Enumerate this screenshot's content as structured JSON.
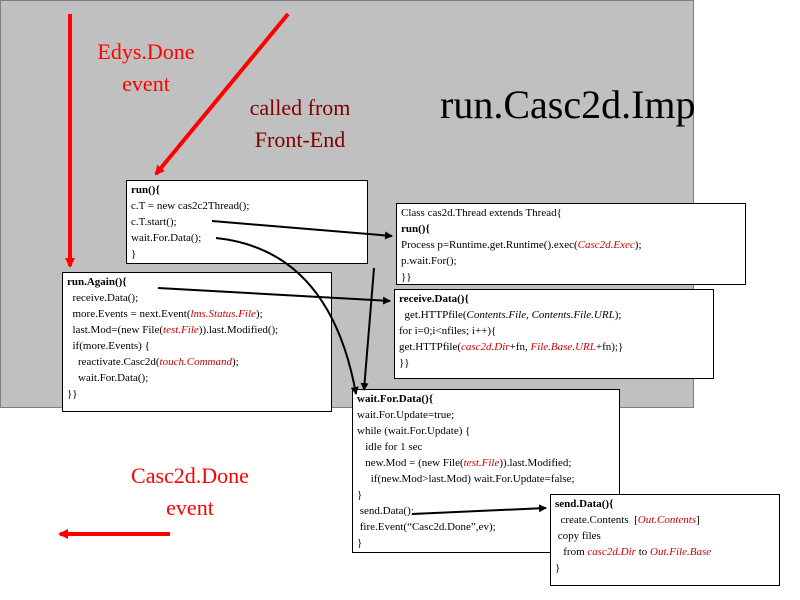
{
  "labels": {
    "edys_done": [
      "Edys.Done",
      "event"
    ],
    "called_from": [
      "called from",
      "Front-End"
    ],
    "title": "run.Casc2d.Imp",
    "casc_done": [
      "Casc2d.Done",
      "event"
    ]
  },
  "boxes": {
    "run": [
      [
        {
          "t": "run(){",
          "c": "b"
        }
      ],
      [
        {
          "t": "c.T = new cas2c2Thread();"
        }
      ],
      [
        {
          "t": "c.T.start();"
        }
      ],
      [
        {
          "t": "wait.For.Data();"
        }
      ],
      [
        {
          "t": "}"
        }
      ]
    ],
    "thread": [
      [
        {
          "t": "Class cas2d.Thread extends Thread{"
        }
      ],
      [
        {
          "t": "run(){",
          "c": "b"
        }
      ],
      [
        {
          "t": "Process p=Runtime.get.Runtime().exec("
        },
        {
          "t": "Casc2d.Exec",
          "c": "ir"
        },
        {
          "t": ");"
        }
      ],
      [
        {
          "t": "p.wait.For();"
        }
      ],
      [
        {
          "t": "}}"
        }
      ]
    ],
    "run_again": [
      [
        {
          "t": "run.Again(){",
          "c": "b"
        }
      ],
      [
        {
          "t": "  receive.Data();"
        }
      ],
      [
        {
          "t": "  more.Events = next.Event("
        },
        {
          "t": "lms.Status.File",
          "c": "ir"
        },
        {
          "t": ");"
        }
      ],
      [
        {
          "t": "  last.Mod=(new File("
        },
        {
          "t": "test.File",
          "c": "ir"
        },
        {
          "t": ")).last.Modified();"
        }
      ],
      [
        {
          "t": "  if(more.Events) {"
        }
      ],
      [
        {
          "t": "    reactivate.Casc2d("
        },
        {
          "t": "touch.Command",
          "c": "ir"
        },
        {
          "t": ");"
        }
      ],
      [
        {
          "t": "    wait.For.Data();"
        }
      ],
      [
        {
          "t": "}}"
        }
      ]
    ],
    "receive": [
      [
        {
          "t": "receive.Data(){",
          "c": "b"
        }
      ],
      [
        {
          "t": "  get.HTTPfile("
        },
        {
          "t": "Contents.File, Contents.File.URL",
          "c": "i"
        },
        {
          "t": ");"
        }
      ],
      [
        {
          "t": "for i=0;i<nfiles; i++){"
        }
      ],
      [
        {
          "t": "get.HTTPfile("
        },
        {
          "t": "casc2d.Dir",
          "c": "ir"
        },
        {
          "t": "+fn, "
        },
        {
          "t": "File.Base.URL",
          "c": "ir"
        },
        {
          "t": "+fn);}"
        }
      ],
      [
        {
          "t": "}}"
        }
      ]
    ],
    "wait": [
      [
        {
          "t": "wait.For.Data(){",
          "c": "b"
        }
      ],
      [
        {
          "t": "wait.For.Update=true;"
        }
      ],
      [
        {
          "t": "while (wait.For.Update) {"
        }
      ],
      [
        {
          "t": "   idle for 1 sec"
        }
      ],
      [
        {
          "t": "   new.Mod = (new File("
        },
        {
          "t": "test.File",
          "c": "ir"
        },
        {
          "t": ")).last.Modified;"
        }
      ],
      [
        {
          "t": "     if(new.Mod>last.Mod) wait.For.Update=false;"
        }
      ],
      [
        {
          "t": "}"
        }
      ],
      [
        {
          "t": " send.Data();"
        }
      ],
      [
        {
          "t": " fire.Event(“Casc2d.Done”,ev);"
        }
      ],
      [
        {
          "t": "}"
        }
      ]
    ],
    "send": [
      [
        {
          "t": "send.Data(){",
          "c": "b"
        }
      ],
      [
        {
          "t": "  create.Contents  ["
        },
        {
          "t": "Out.Contents",
          "c": "ir"
        },
        {
          "t": "]"
        }
      ],
      [
        {
          "t": " copy files"
        }
      ],
      [
        {
          "t": "   from "
        },
        {
          "t": "casc2d.Dir",
          "c": "ir"
        },
        {
          "t": " to "
        },
        {
          "t": "Out.File.Base",
          "c": "ir"
        }
      ],
      [
        {
          "t": "}"
        }
      ]
    ]
  },
  "colors": {
    "red_arrow": "#ff0000",
    "accent_text": "#cc0000",
    "panel": "#c0c0c0"
  }
}
